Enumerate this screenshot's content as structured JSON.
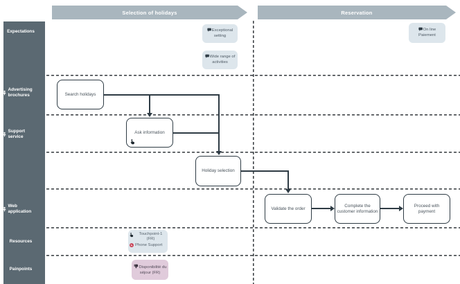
{
  "phases": [
    {
      "label": "Selection of holidays"
    },
    {
      "label": "Reservation"
    }
  ],
  "sidebar": {
    "rows": [
      {
        "label": "Expectations"
      },
      {
        "label": "Advertising brochures",
        "icon": "person"
      },
      {
        "label": "Support service",
        "icon": "person"
      },
      {
        "label": "Web application",
        "icon": "person"
      },
      {
        "label": "Resources"
      },
      {
        "label": "Painpoints"
      }
    ]
  },
  "steps": [
    {
      "label": "Search holidays"
    },
    {
      "label": "Ask information"
    },
    {
      "label": "Holiday selection"
    },
    {
      "label": "Validate the order"
    },
    {
      "label": "Complete the customer information"
    },
    {
      "label": "Proceed with payment"
    }
  ],
  "notes": [
    {
      "label": "Exceptional setting",
      "icon": "comment"
    },
    {
      "label": "Wide range of activities",
      "icon": "comment"
    },
    {
      "label": "On line Paiement",
      "icon": "comment"
    }
  ],
  "resources": {
    "touchpoint_label": "Touchpoint-1 (FR)",
    "phone_label": "Phone Support"
  },
  "painpoints": {
    "label": "Disponibilité du séjour (FR)"
  },
  "colors": {
    "banner": "#a9b6be",
    "sidebar": "#5b6972",
    "note_bg": "#dde6ec",
    "painpoint_bg": "#e0cbdb",
    "phone_icon": "#c9485b",
    "connector": "#2e3b44"
  }
}
